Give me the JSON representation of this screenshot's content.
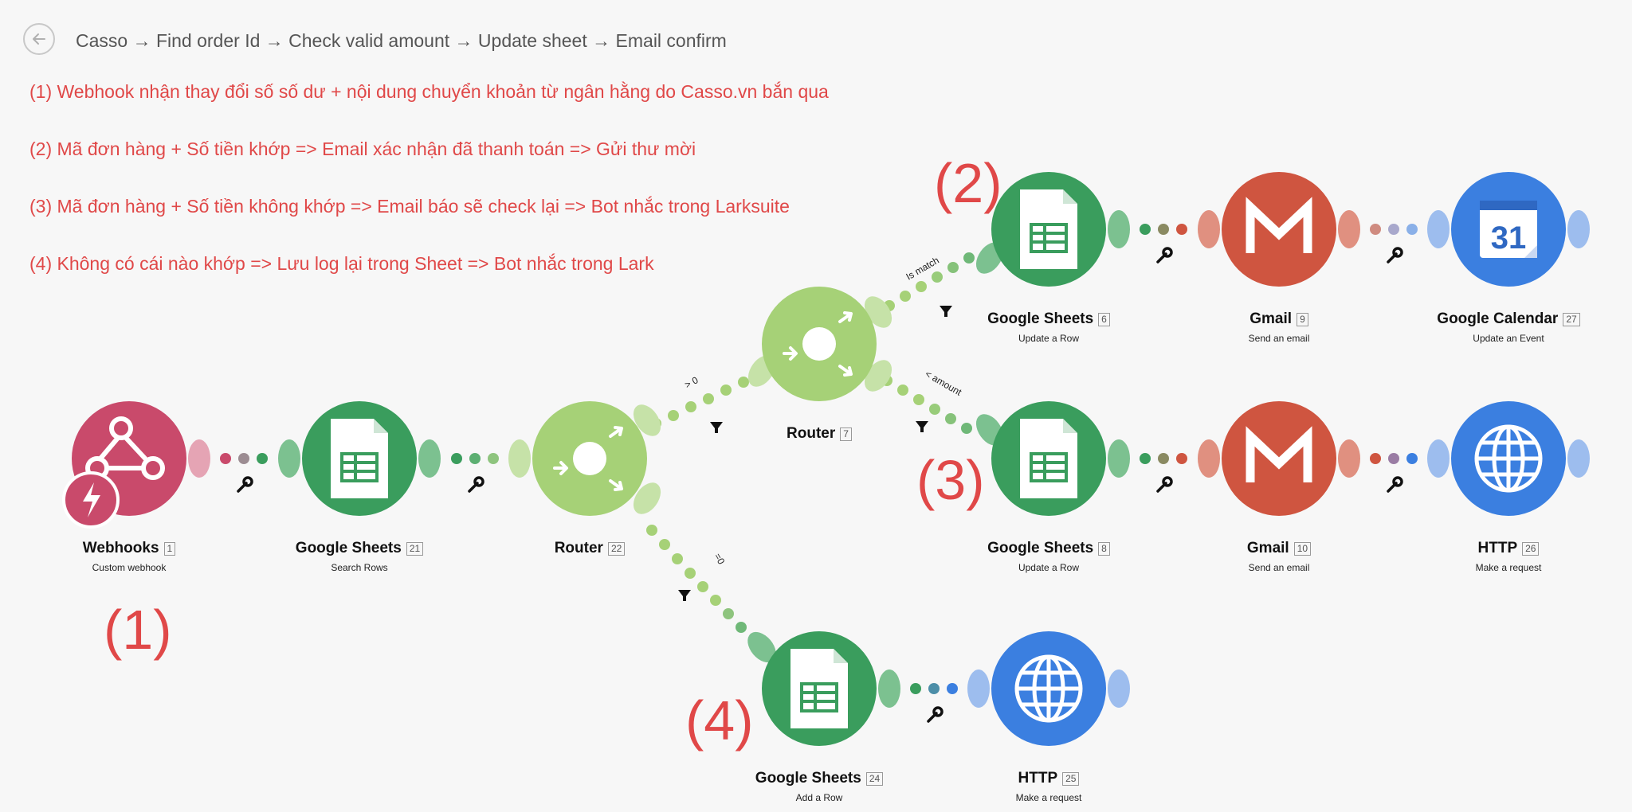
{
  "header": {
    "title": "Casso → Find order Id → Check valid amount → Update sheet → Email confirm"
  },
  "notes": [
    "(1) Webhook nhận thay đổi số số dư + nội dung chuyển khoản từ ngân hằng do Casso.vn bắn qua",
    "(2) Mã đơn hàng + Số tiền khớp => Email xác nhận đã thanh toán => Gửi thư mời",
    "(3) Mã đơn hàng + Số tiền không khớp => Email báo sẽ check lại => Bot nhắc trong Larksuite",
    "(4) Không có cái nào khớp => Lưu log lại trong Sheet => Bot nhắc trong Lark"
  ],
  "annotations": {
    "n1": "(1)",
    "n2": "(2)",
    "n3": "(3)",
    "n4": "(4)"
  },
  "modules": {
    "webhooks": {
      "name": "Webhooks",
      "id": "1",
      "action": "Custom webhook"
    },
    "sheets_search": {
      "name": "Google Sheets",
      "id": "21",
      "action": "Search Rows"
    },
    "router22": {
      "name": "Router",
      "id": "22"
    },
    "router7": {
      "name": "Router",
      "id": "7"
    },
    "sheets6": {
      "name": "Google Sheets",
      "id": "6",
      "action": "Update a Row"
    },
    "gmail9": {
      "name": "Gmail",
      "id": "9",
      "action": "Send an email"
    },
    "calendar27": {
      "name": "Google Calendar",
      "id": "27",
      "action": "Update an Event",
      "icon_text": "31"
    },
    "sheets8": {
      "name": "Google Sheets",
      "id": "8",
      "action": "Update a Row"
    },
    "gmail10": {
      "name": "Gmail",
      "id": "10",
      "action": "Send an email"
    },
    "http26": {
      "name": "HTTP",
      "id": "26",
      "action": "Make a request"
    },
    "sheets24": {
      "name": "Google Sheets",
      "id": "24",
      "action": "Add a Row"
    },
    "http25": {
      "name": "HTTP",
      "id": "25",
      "action": "Make a request"
    }
  },
  "routes": {
    "gt0": "> 0",
    "eq0": "=0",
    "is_match": "Is match",
    "lt_amount": "< amount"
  },
  "colors": {
    "webhooks": "#c94a6b",
    "sheets": "#3a9d5d",
    "router": "#a6d177",
    "gmail": "#cf5540",
    "calendar": "#3b7fe0",
    "http": "#3b7fe0",
    "note_red": "#e04848"
  }
}
